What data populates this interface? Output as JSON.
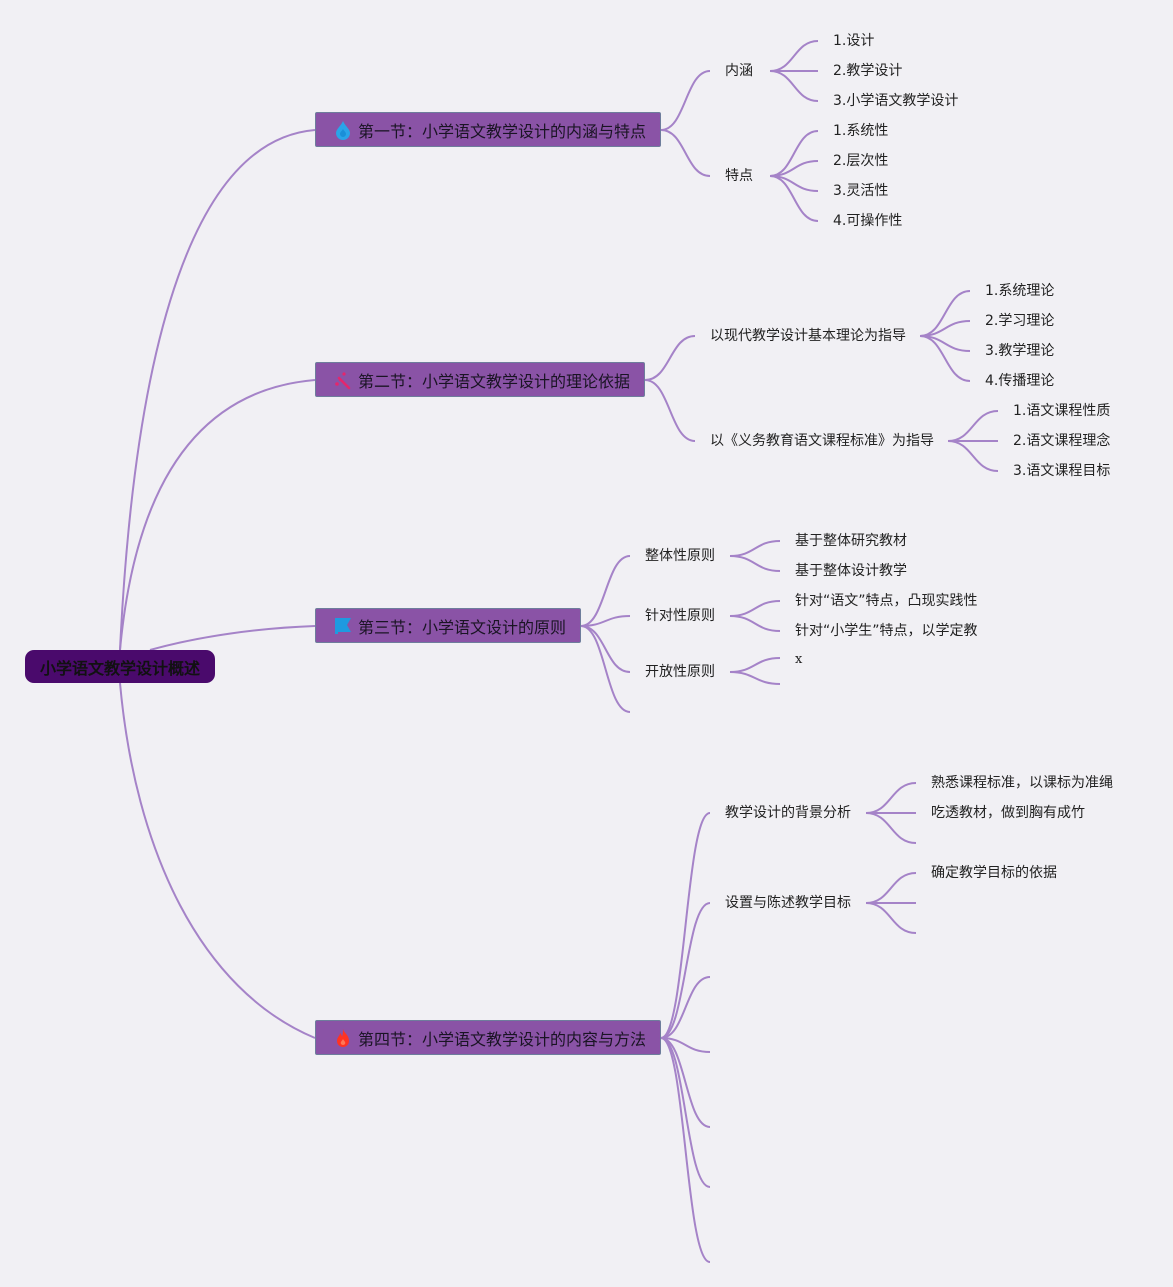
{
  "root": {
    "label": "小学语文教学设计概述"
  },
  "colors": {
    "background": "#f1f0f4",
    "root_fill": "#4a0a6c",
    "section_fill": "#8a53a6",
    "link": "#a583c8"
  },
  "sections": [
    {
      "label": "第一节：小学语文教学设计的内涵与特点",
      "icon": "water-drop-icon",
      "icon_color": "#2aa4e8",
      "children": [
        {
          "label": "内涵",
          "children": [
            "1.设计",
            "2.教学设计",
            "3.小学语文教学设计"
          ]
        },
        {
          "label": "特点",
          "children": [
            "1.系统性",
            "2.层次性",
            "3.灵活性",
            "4.可操作性"
          ]
        }
      ]
    },
    {
      "label": "第二节：小学语文教学设计的理论依据",
      "icon": "sparkle-wand-icon",
      "icon_color": "#e5266d",
      "children": [
        {
          "label": "以现代教学设计基本理论为指导",
          "children": [
            "1.系统理论",
            "2.学习理论",
            "3.教学理论",
            "4.传播理论"
          ]
        },
        {
          "label": "以《义务教育语文课程标准》为指导",
          "children": [
            "1.语文课程性质",
            "2.语文课程理念",
            "3.语文课程目标"
          ]
        }
      ]
    },
    {
      "label": "第三节：小学语文设计的原则",
      "icon": "flag-icon",
      "icon_color": "#1e9ae0",
      "children": [
        {
          "label": "整体性原则",
          "children": [
            "基于整体研究教材",
            "基于整体设计教学"
          ]
        },
        {
          "label": "针对性原则",
          "children": [
            "针对“语文”特点，凸现实践性",
            "针对“小学生”特点，以学定教"
          ]
        },
        {
          "label": "开放性原则",
          "children": [
            "x",
            ""
          ]
        },
        {
          "label": "",
          "children": []
        }
      ]
    },
    {
      "label": "第四节：小学语文教学设计的内容与方法",
      "icon": "fire-icon",
      "icon_color": "#ff3322",
      "children": [
        {
          "label": "教学设计的背景分析",
          "children": [
            "熟悉课程标准，以课标为准绳",
            "吃透教材，做到胸有成竹",
            ""
          ]
        },
        {
          "label": "设置与陈述教学目标",
          "children": [
            "确定教学目标的依据",
            "",
            ""
          ]
        },
        {
          "label": "",
          "children": []
        },
        {
          "label": "",
          "children": []
        },
        {
          "label": "",
          "children": []
        },
        {
          "label": "",
          "children": []
        },
        {
          "label": "",
          "children": []
        }
      ]
    }
  ]
}
